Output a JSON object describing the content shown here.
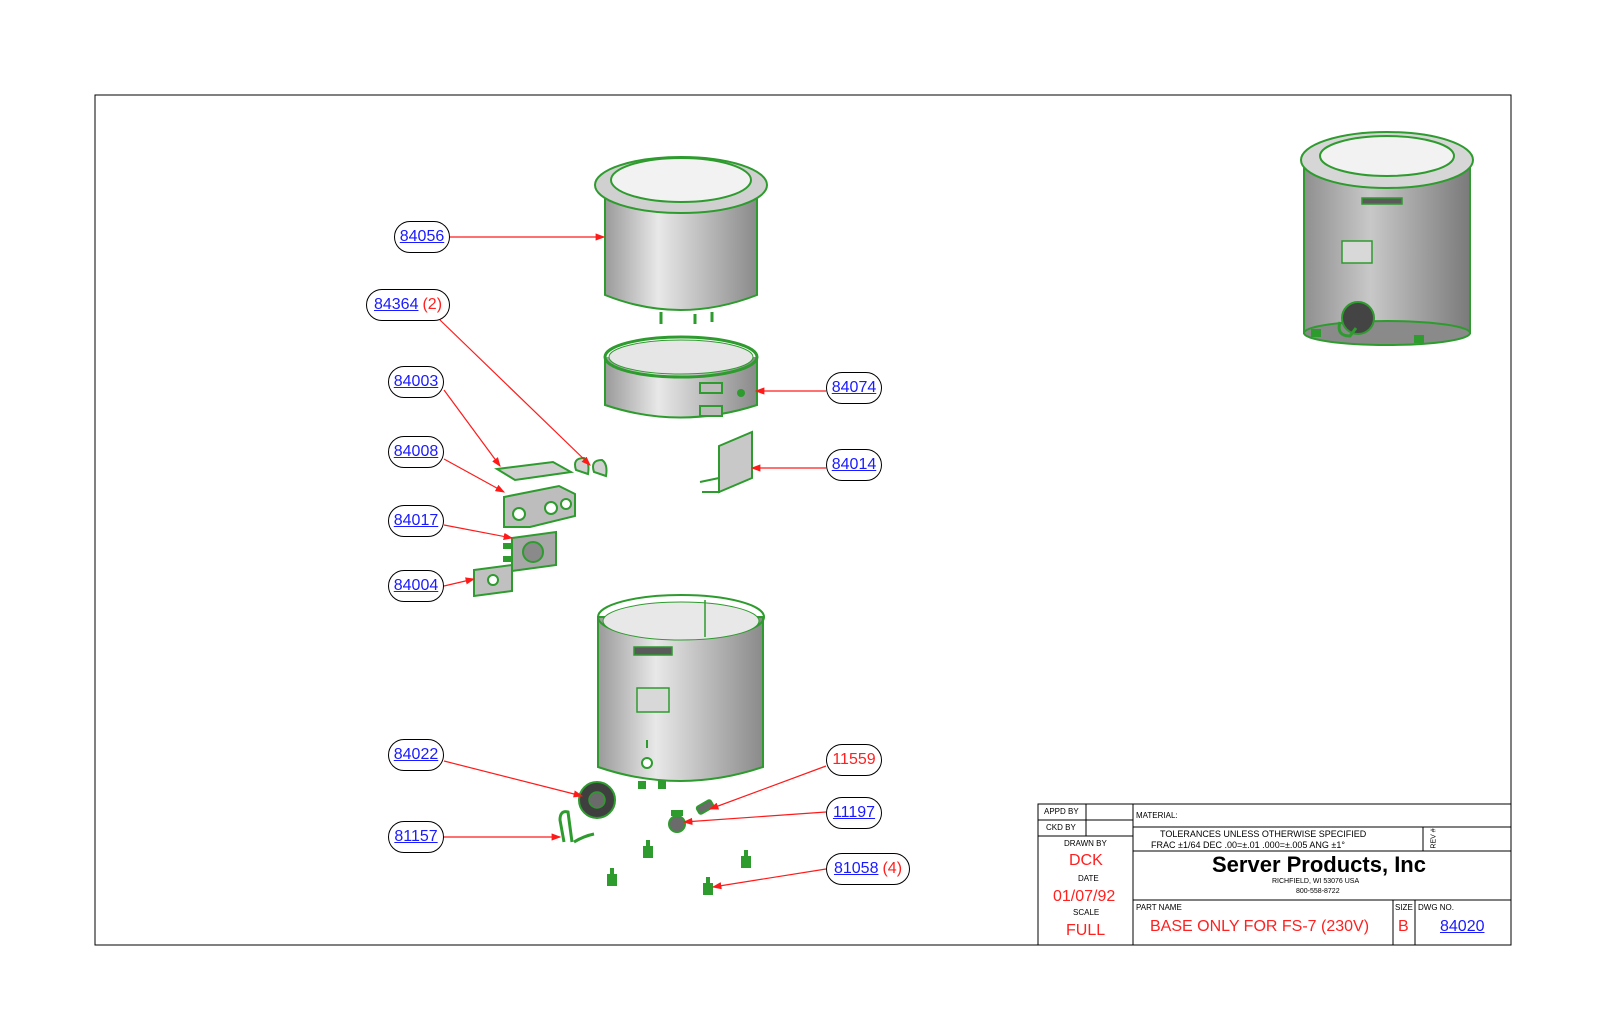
{
  "callouts": {
    "c84056": {
      "part": "84056"
    },
    "c84364": {
      "part": "84364",
      "qty": "(2)"
    },
    "c84003": {
      "part": "84003"
    },
    "c84008": {
      "part": "84008"
    },
    "c84017": {
      "part": "84017"
    },
    "c84004": {
      "part": "84004"
    },
    "c84074": {
      "part": "84074"
    },
    "c84014": {
      "part": "84014"
    },
    "c84022": {
      "part": "84022"
    },
    "c81157": {
      "part": "81157"
    },
    "c11559": {
      "part": "11559"
    },
    "c11197": {
      "part": "11197"
    },
    "c81058": {
      "part": "81058",
      "qty": "(4)"
    }
  },
  "title_block": {
    "appd_by_label": "APPD BY",
    "ckd_by_label": "CKD BY",
    "drawn_by_label": "DRAWN BY",
    "drawn_by": "DCK",
    "date_label": "DATE",
    "date": "01/07/92",
    "scale_label": "SCALE",
    "scale": "FULL",
    "material_label": "MATERIAL:",
    "tolerances_line1": "TOLERANCES UNLESS OTHERWISE SPECIFIED",
    "tolerances_line2": "FRAC ±1/64 DEC .00=±.01 .000=±.005 ANG ±1°",
    "rev_label": "REV #",
    "company": "Server Products, Inc",
    "address": "RICHFIELD, WI 53076 USA",
    "phone": "800-558-8722",
    "part_name_label": "PART NAME",
    "part_name": "BASE ONLY FOR FS-7 (230V)",
    "size_label": "SIZE",
    "size": "B",
    "dwg_no_label": "DWG NO.",
    "dwg_no": "84020"
  },
  "colors": {
    "outline": "#2e9b2e",
    "body": "#bdbdbd",
    "leader": "#ff1a1a",
    "part_link": "#1a1aff",
    "red_text": "#ff2020"
  }
}
